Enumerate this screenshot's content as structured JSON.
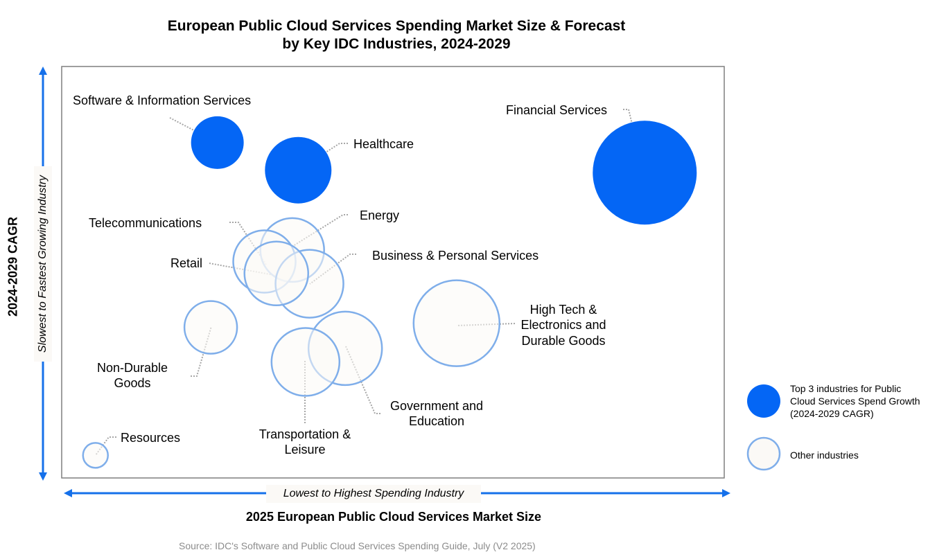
{
  "title_line1": "European Public Cloud Services Spending Market Size & Forecast",
  "title_line2": "by Key IDC Industries, 2024-2029",
  "chart_data": {
    "type": "scatter",
    "title": "European Public Cloud Services Spending Market Size & Forecast by Key IDC Industries, 2024-2029",
    "xlabel": "2025 European Public Cloud Services Market Size",
    "ylabel": "2024-2029 CAGR",
    "x_direction_label": "Lowest to Highest Spending Industry",
    "y_direction_label": "Slowest to Fastest Growing Industry",
    "grid": false,
    "legend_placement": "right",
    "xlim": [
      0,
      100
    ],
    "ylim": [
      0,
      100
    ],
    "series": [
      {
        "name": "Top 3 industries for Public Cloud Services Spend Growth (2024-2029 CAGR)",
        "points": [
          {
            "label": "Software & Information Services",
            "x": 23.5,
            "y": 81.5,
            "size": 38
          },
          {
            "label": "Healthcare",
            "x": 35.7,
            "y": 74.8,
            "size": 48
          },
          {
            "label": "Financial Services",
            "x": 88.0,
            "y": 74.2,
            "size": 75
          }
        ]
      },
      {
        "name": "Other industries",
        "points": [
          {
            "label": "Energy",
            "x": 34.8,
            "y": 55.4,
            "size": 46
          },
          {
            "label": "Telecommunications",
            "x": 30.6,
            "y": 52.6,
            "size": 45
          },
          {
            "label": "Business & Personal Services",
            "x": 37.4,
            "y": 47.2,
            "size": 49
          },
          {
            "label": "Retail",
            "x": 32.4,
            "y": 49.7,
            "size": 46
          },
          {
            "label": "High Tech & Electronics and Durable Goods",
            "x": 59.6,
            "y": 37.6,
            "size": 62
          },
          {
            "label": "Non-Durable Goods",
            "x": 22.5,
            "y": 36.6,
            "size": 38
          },
          {
            "label": "Government and Education",
            "x": 42.8,
            "y": 31.5,
            "size": 53
          },
          {
            "label": "Transportation & Leisure",
            "x": 36.8,
            "y": 28.2,
            "size": 49
          },
          {
            "label": "Resources",
            "x": 5.1,
            "y": 5.5,
            "size": 18
          }
        ]
      }
    ]
  },
  "point_labels": {
    "software": "Software & Information Services",
    "healthcare": "Healthcare",
    "financial": "Financial Services",
    "energy": "Energy",
    "telecom": "Telecommunications",
    "business": "Business & Personal Services",
    "retail": "Retail",
    "hightech_1": "High Tech &",
    "hightech_2": "Electronics and",
    "hightech_3": "Durable Goods",
    "nondurable_1": "Non-Durable",
    "nondurable_2": "Goods",
    "government_1": "Government and",
    "government_2": "Education",
    "transport_1": "Transportation &",
    "transport_2": "Leisure",
    "resources": "Resources"
  },
  "legend": {
    "top3_1": "Top 3 industries for Public",
    "top3_2": "Cloud Services Spend Growth",
    "top3_3": "(2024-2029 CAGR)",
    "other": "Other industries"
  },
  "colors": {
    "top3_fill": "#0466f5",
    "other_fill": "#fbf9f6",
    "other_stroke": "#7faeea",
    "axis_arrow": "#1570ea",
    "frame": "#7f7f7f"
  },
  "source": "Source: IDC's Software and Public Cloud Services Spending Guide, July (V2 2025)"
}
